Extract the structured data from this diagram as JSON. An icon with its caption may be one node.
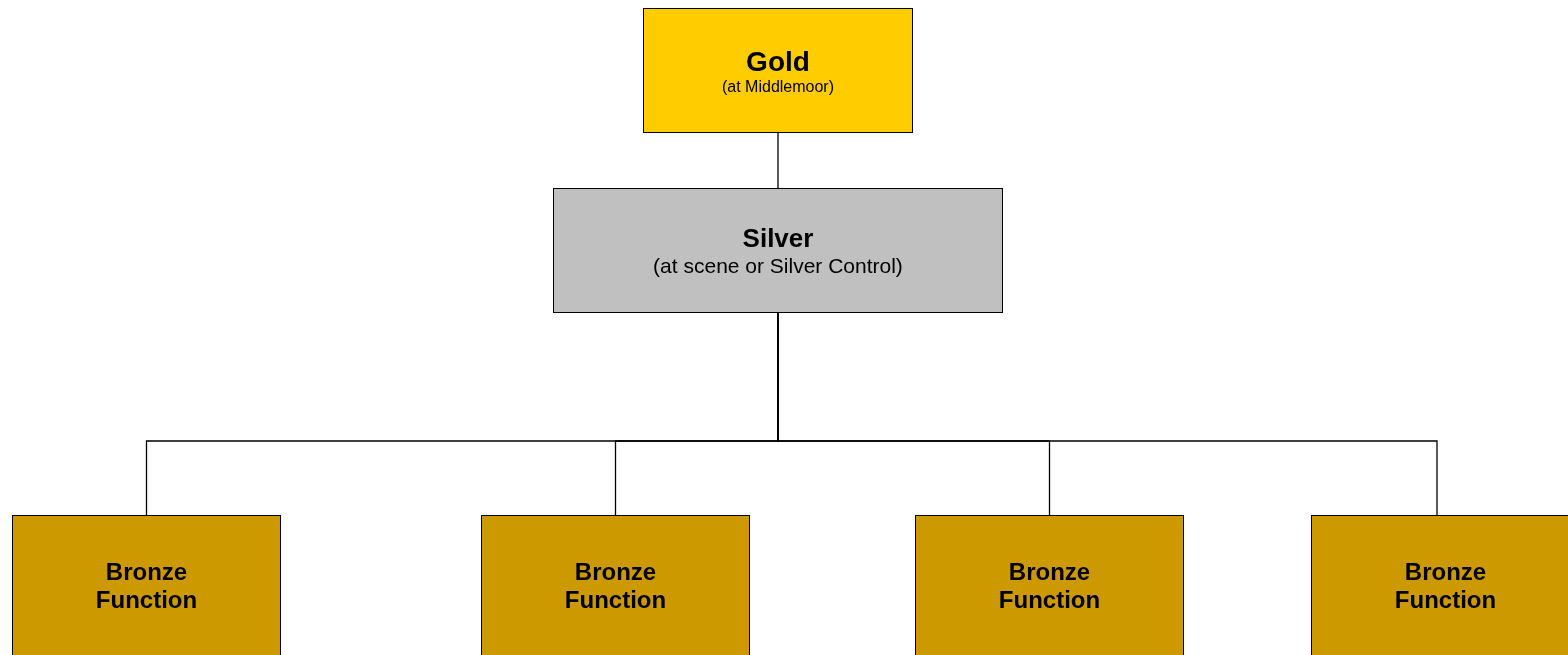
{
  "diagram": {
    "nodes": [
      {
        "text": [
          "Gold",
          "(at Middlemoor)"
        ]
      },
      {
        "text": [
          "Silver",
          "(at scene or Silver Control)"
        ]
      },
      {
        "text": [
          "Bronze Function"
        ]
      },
      {
        "text": [
          "Bronze Function"
        ]
      },
      {
        "text": [
          "Bronze Function"
        ]
      },
      {
        "text": [
          "Bronze Function"
        ]
      }
    ],
    "edges": [
      {
        "from": 0,
        "to": 1,
        "arrow": "none"
      },
      {
        "from": 1,
        "to": 2,
        "arrow": "none"
      },
      {
        "from": 1,
        "to": 3,
        "arrow": "none"
      },
      {
        "from": 1,
        "to": 4,
        "arrow": "none"
      },
      {
        "from": 1,
        "to": 5,
        "arrow": "none"
      }
    ]
  }
}
